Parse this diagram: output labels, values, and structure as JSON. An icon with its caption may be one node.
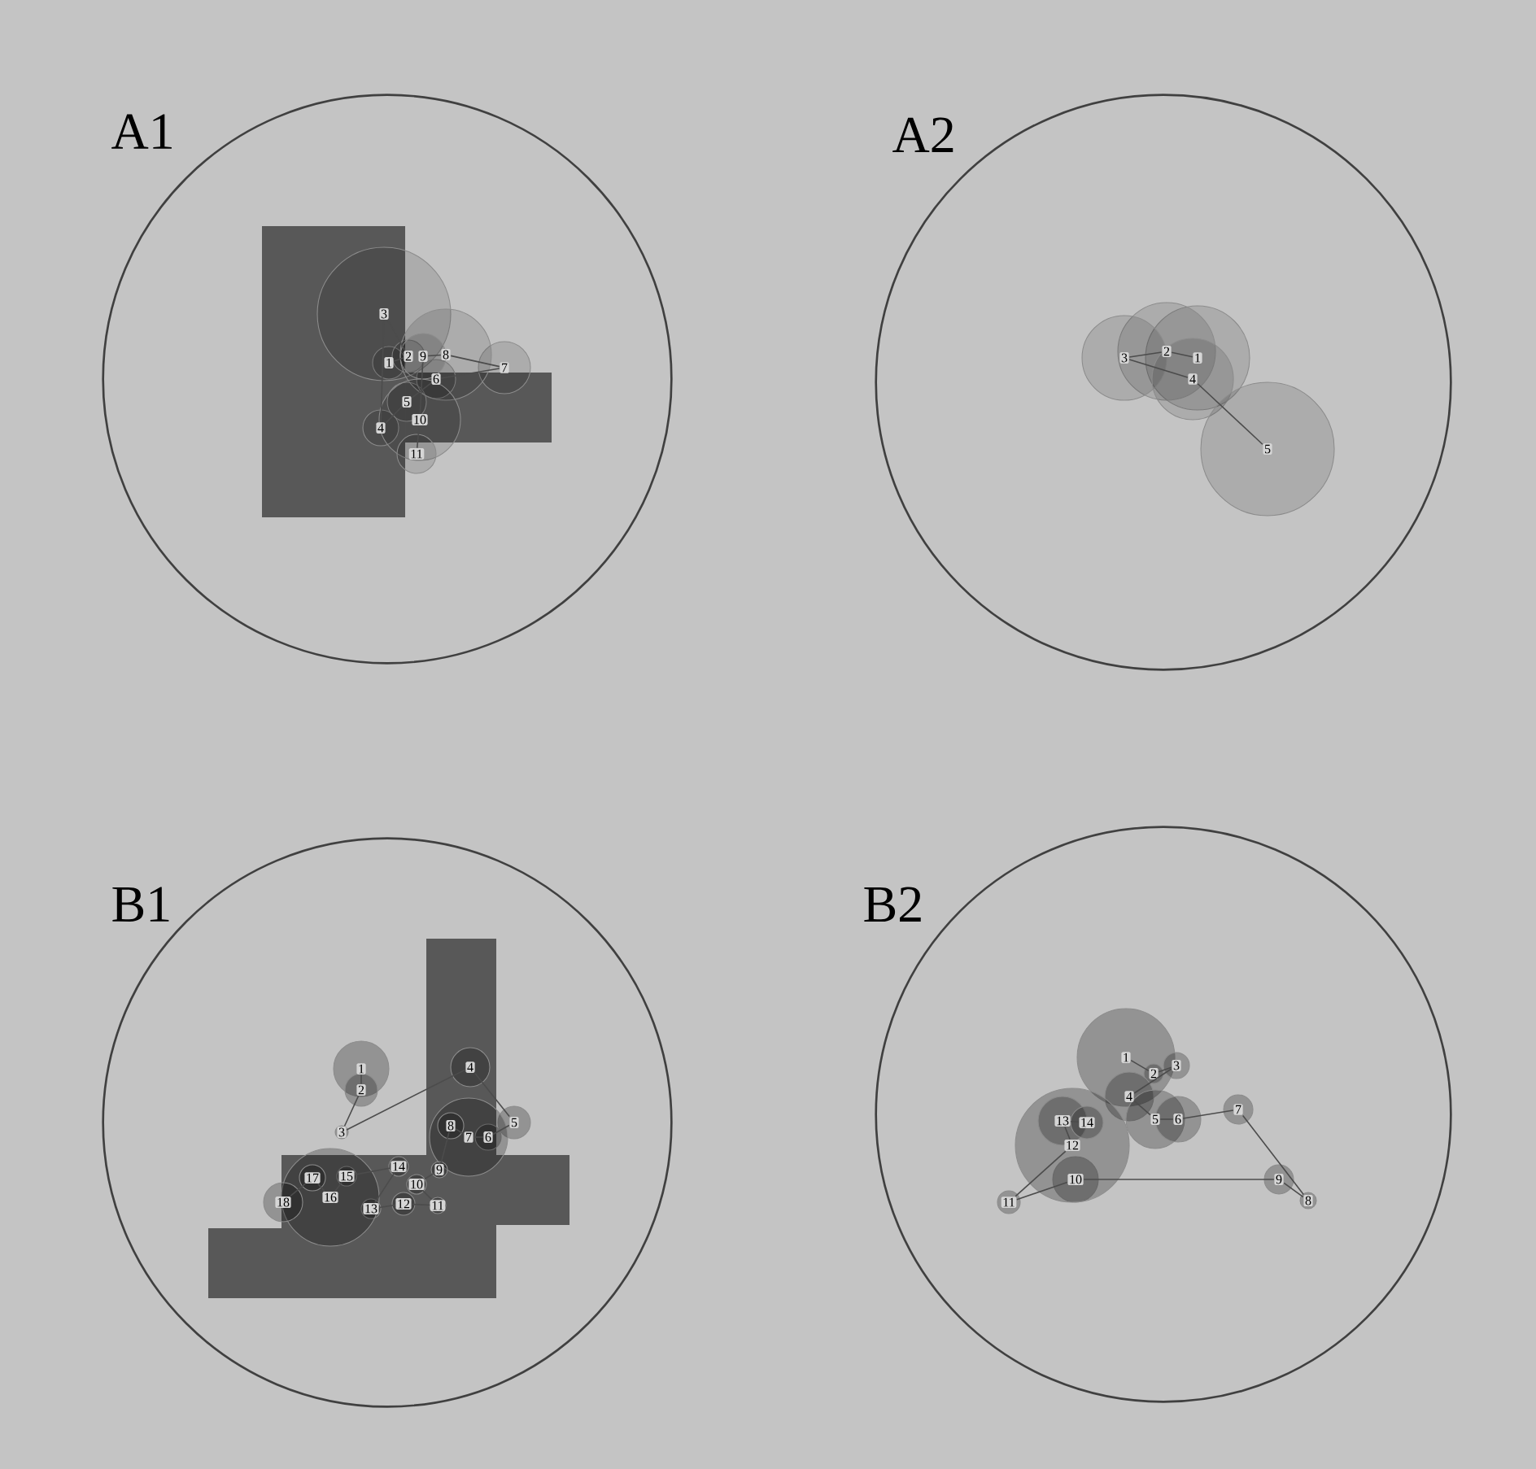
{
  "diagram": {
    "nodes": [
      {
        "text": [
          "A1"
        ]
      },
      {
        "text": [
          "1"
        ],
        "in": 0
      },
      {
        "text": [
          "2"
        ],
        "in": 0
      },
      {
        "text": [
          "3"
        ],
        "in": 0
      },
      {
        "text": [
          "4"
        ],
        "in": 0
      },
      {
        "text": [
          "5"
        ],
        "in": 0
      },
      {
        "text": [
          "6"
        ],
        "in": 0
      },
      {
        "text": [
          "7"
        ],
        "in": 0
      },
      {
        "text": [
          "8"
        ],
        "in": 0
      },
      {
        "text": [
          "9"
        ],
        "in": 0
      },
      {
        "text": [
          "10"
        ],
        "in": 0
      },
      {
        "text": [
          "11"
        ],
        "in": 0
      },
      {
        "text": [
          "A2"
        ]
      },
      {
        "text": [
          "1"
        ],
        "in": 12
      },
      {
        "text": [
          "2"
        ],
        "in": 12
      },
      {
        "text": [
          "3"
        ],
        "in": 12
      },
      {
        "text": [
          "4"
        ],
        "in": 12
      },
      {
        "text": [
          "5"
        ],
        "in": 12
      },
      {
        "text": [
          "B1"
        ]
      },
      {
        "text": [
          "1"
        ],
        "in": 18
      },
      {
        "text": [
          "2"
        ],
        "in": 18
      },
      {
        "text": [
          "3"
        ],
        "in": 18
      },
      {
        "text": [
          "4"
        ],
        "in": 18
      },
      {
        "text": [
          "5"
        ],
        "in": 18
      },
      {
        "text": [
          "6"
        ],
        "in": 18
      },
      {
        "text": [
          "7"
        ],
        "in": 18
      },
      {
        "text": [
          "8"
        ],
        "in": 18
      },
      {
        "text": [
          "9"
        ],
        "in": 18
      },
      {
        "text": [
          "10"
        ],
        "in": 18
      },
      {
        "text": [
          "11"
        ],
        "in": 18
      },
      {
        "text": [
          "12"
        ],
        "in": 18
      },
      {
        "text": [
          "13"
        ],
        "in": 18
      },
      {
        "text": [
          "14"
        ],
        "in": 18
      },
      {
        "text": [
          "15"
        ],
        "in": 18
      },
      {
        "text": [
          "16"
        ],
        "in": 18
      },
      {
        "text": [
          "17"
        ],
        "in": 18
      },
      {
        "text": [
          "18"
        ],
        "in": 18
      },
      {
        "text": [
          "B2"
        ]
      },
      {
        "text": [
          "1"
        ],
        "in": 37
      },
      {
        "text": [
          "2"
        ],
        "in": 37
      },
      {
        "text": [
          "3"
        ],
        "in": 37
      },
      {
        "text": [
          "4"
        ],
        "in": 37
      },
      {
        "text": [
          "5"
        ],
        "in": 37
      },
      {
        "text": [
          "6"
        ],
        "in": 37
      },
      {
        "text": [
          "7"
        ],
        "in": 37
      },
      {
        "text": [
          "8"
        ],
        "in": 37
      },
      {
        "text": [
          "9"
        ],
        "in": 37
      },
      {
        "text": [
          "10"
        ],
        "in": 37
      },
      {
        "text": [
          "11"
        ],
        "in": 37
      },
      {
        "text": [
          "12"
        ],
        "in": 37
      },
      {
        "text": [
          "13"
        ],
        "in": 37
      },
      {
        "text": [
          "14"
        ],
        "in": 37
      }
    ],
    "edges": [
      {
        "from": 1,
        "to": 2,
        "arrow": "none"
      },
      {
        "from": 2,
        "to": 3,
        "arrow": "none"
      },
      {
        "from": 3,
        "to": 4,
        "arrow": "none"
      },
      {
        "from": 4,
        "to": 5,
        "arrow": "none"
      },
      {
        "from": 5,
        "to": 6,
        "arrow": "none"
      },
      {
        "from": 6,
        "to": 7,
        "arrow": "none"
      },
      {
        "from": 7,
        "to": 8,
        "arrow": "none"
      },
      {
        "from": 8,
        "to": 9,
        "arrow": "none"
      },
      {
        "from": 9,
        "to": 10,
        "arrow": "none"
      },
      {
        "from": 10,
        "to": 11,
        "arrow": "none"
      },
      {
        "from": 13,
        "to": 14,
        "arrow": "none"
      },
      {
        "from": 14,
        "to": 15,
        "arrow": "none"
      },
      {
        "from": 15,
        "to": 16,
        "arrow": "none"
      },
      {
        "from": 16,
        "to": 17,
        "arrow": "none"
      },
      {
        "from": 19,
        "to": 20,
        "arrow": "none"
      },
      {
        "from": 20,
        "to": 21,
        "arrow": "none"
      },
      {
        "from": 21,
        "to": 22,
        "arrow": "none"
      },
      {
        "from": 22,
        "to": 23,
        "arrow": "none"
      },
      {
        "from": 23,
        "to": 24,
        "arrow": "none"
      },
      {
        "from": 24,
        "to": 25,
        "arrow": "none"
      },
      {
        "from": 25,
        "to": 26,
        "arrow": "none"
      },
      {
        "from": 26,
        "to": 27,
        "arrow": "none"
      },
      {
        "from": 27,
        "to": 28,
        "arrow": "none"
      },
      {
        "from": 28,
        "to": 29,
        "arrow": "none"
      },
      {
        "from": 29,
        "to": 30,
        "arrow": "none"
      },
      {
        "from": 30,
        "to": 31,
        "arrow": "none"
      },
      {
        "from": 31,
        "to": 32,
        "arrow": "none"
      },
      {
        "from": 32,
        "to": 33,
        "arrow": "none"
      },
      {
        "from": 33,
        "to": 34,
        "arrow": "none"
      },
      {
        "from": 34,
        "to": 35,
        "arrow": "none"
      },
      {
        "from": 35,
        "to": 36,
        "arrow": "none"
      },
      {
        "from": 38,
        "to": 39,
        "arrow": "none"
      },
      {
        "from": 39,
        "to": 40,
        "arrow": "none"
      },
      {
        "from": 40,
        "to": 41,
        "arrow": "none"
      },
      {
        "from": 41,
        "to": 42,
        "arrow": "none"
      },
      {
        "from": 42,
        "to": 43,
        "arrow": "none"
      },
      {
        "from": 43,
        "to": 44,
        "arrow": "none"
      },
      {
        "from": 44,
        "to": 45,
        "arrow": "none"
      },
      {
        "from": 45,
        "to": 46,
        "arrow": "none"
      },
      {
        "from": 46,
        "to": 47,
        "arrow": "none"
      },
      {
        "from": 47,
        "to": 48,
        "arrow": "none"
      },
      {
        "from": 48,
        "to": 49,
        "arrow": "none"
      },
      {
        "from": 49,
        "to": 50,
        "arrow": "none"
      },
      {
        "from": 50,
        "to": 51,
        "arrow": "none"
      }
    ]
  }
}
